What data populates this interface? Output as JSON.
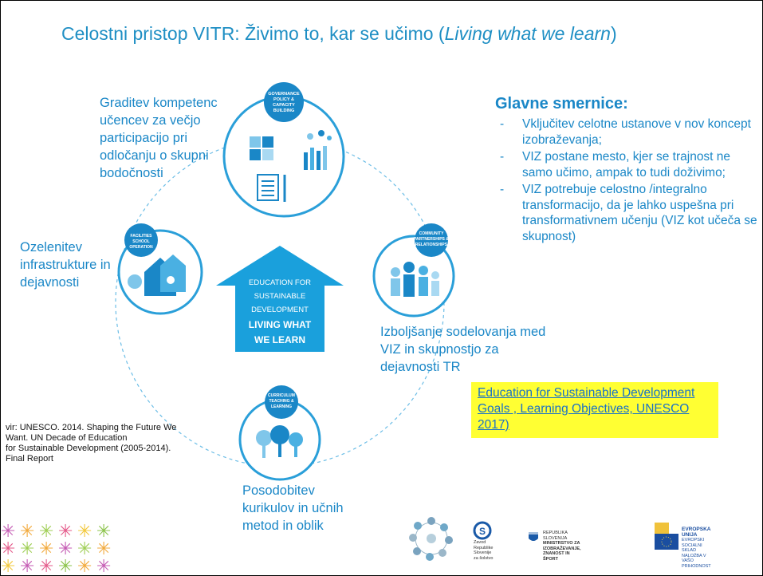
{
  "title": {
    "main": "Celostni pristop VITR: Živimo to, kar se učimo (",
    "italic": "Living what we learn",
    "tail": ")"
  },
  "colors": {
    "accent": "#1a87c7",
    "circle": "#2a9fd9",
    "highlight": "#ffff33"
  },
  "circles": {
    "governance": "GOVERNANCE POLICY & CAPACITY BUILDING",
    "community": "COMMUNITY PARTNERSHIPS & RELATIONSHIPS",
    "facilities": "FACILITIES SCHOOL OPERATION",
    "curriculum": "CURRICULUM TEACHING & LEARNING"
  },
  "house": {
    "line1": "EDUCATION FOR",
    "line2": "SUSTAINABLE",
    "line3": "DEVELOPMENT",
    "line4": "LIVING WHAT",
    "line5": "WE LEARN"
  },
  "labels": {
    "competences": [
      "Graditev kompetenc",
      "učencev za večjo",
      "participacijo pri",
      "odločanju o skupni",
      "bodočnosti"
    ],
    "greening": [
      "Ozelenitev",
      "infrastrukture in",
      "dejavnosti"
    ],
    "cooperation": [
      "Izboljšanje sodelovanja med",
      "VIZ in skupnostjo za",
      "dejavnosti TR"
    ],
    "curriculum": [
      "Posodobitev",
      "kurikulov in učnih",
      "metod in oblik"
    ]
  },
  "guidelines": {
    "heading": "Glavne smernice:",
    "items": [
      "Vključitev  celotne ustanove  v nov koncept izobraževanja;",
      "VIZ postane mesto, kjer se trajnost ne samo učimo, ampak to tudi doživimo;",
      " VIZ potrebuje celostno /integralno transformacijo, da je lahko uspešna pri transformativnem učenju (VIZ kot učeča se skupnost)"
    ]
  },
  "source": [
    "vir: UNESCO. 2014. Shaping the Future We",
    "Want. UN Decade of Education",
    "for Sustainable Development (2005-2014).",
    "Final Report"
  ],
  "link": "Education for Sustainable Development Goals , Learning Objectives, UNESCO 2017)",
  "logos": {
    "zavod": [
      "Zavod",
      "Republike",
      "Slovenije",
      "za šolstvo"
    ],
    "ministry": [
      "REPUBLIKA SLOVENIJA",
      "MINISTRSTVO ZA IZOBRAŽEVANJE,",
      "ZNANOST IN ŠPORT"
    ],
    "eu": [
      "EVROPSKA UNIJA",
      "EVROPSKI",
      "SOCIALNI SKLAD",
      "NALOŽBA V VAŠO PRIHODNOST"
    ]
  }
}
